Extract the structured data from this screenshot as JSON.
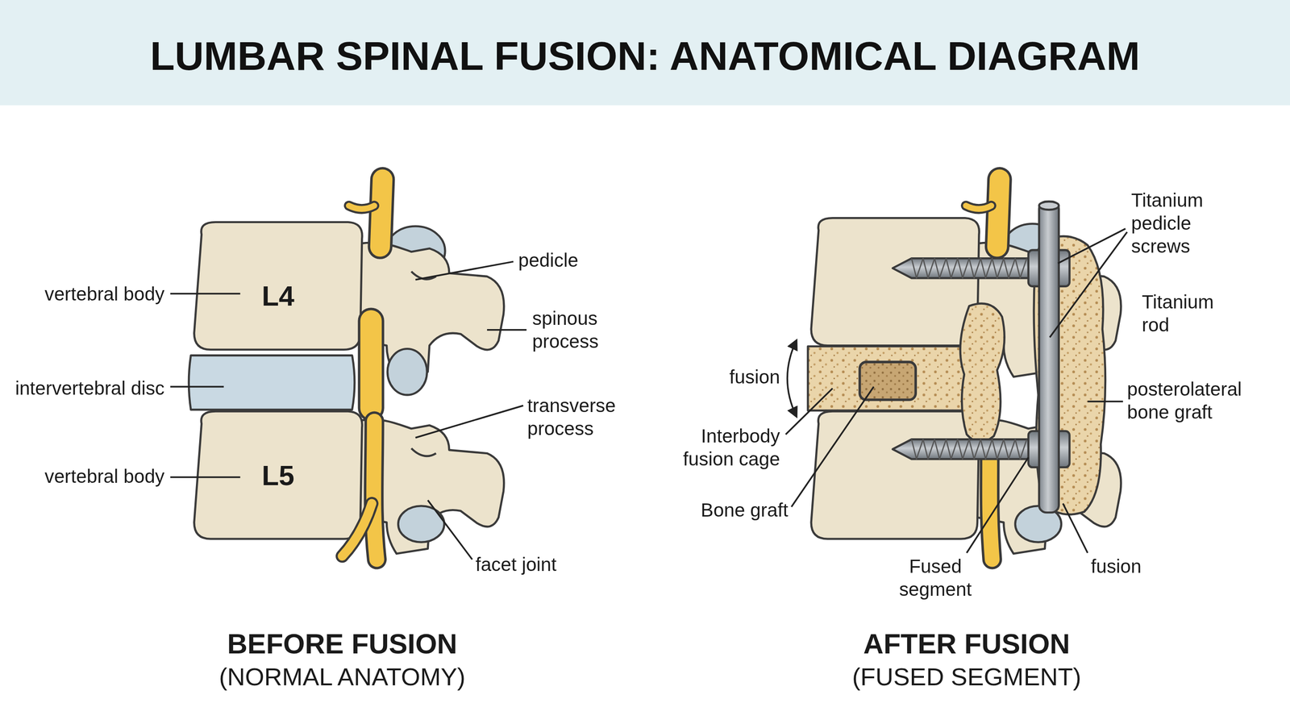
{
  "diagram": {
    "title": "LUMBAR SPINAL FUSION: ANATOMICAL DIAGRAM",
    "labels": [
      "vertebral body",
      "L4",
      "pedicle",
      "spinous process",
      "intervertebral disc",
      "transverse process",
      "vertebral body",
      "L5",
      "facet joint",
      "BEFORE FUSION",
      "(NORMAL ANATOMY)",
      "Titanium pedicle screws",
      "Titanium rod",
      "fusion",
      "posterolateral bone graft",
      "Interbody fusion cage",
      "Bone graft",
      "Fused segment",
      "fusion",
      "AFTER FUSION",
      "(FUSED SEGMENT)"
    ]
  }
}
